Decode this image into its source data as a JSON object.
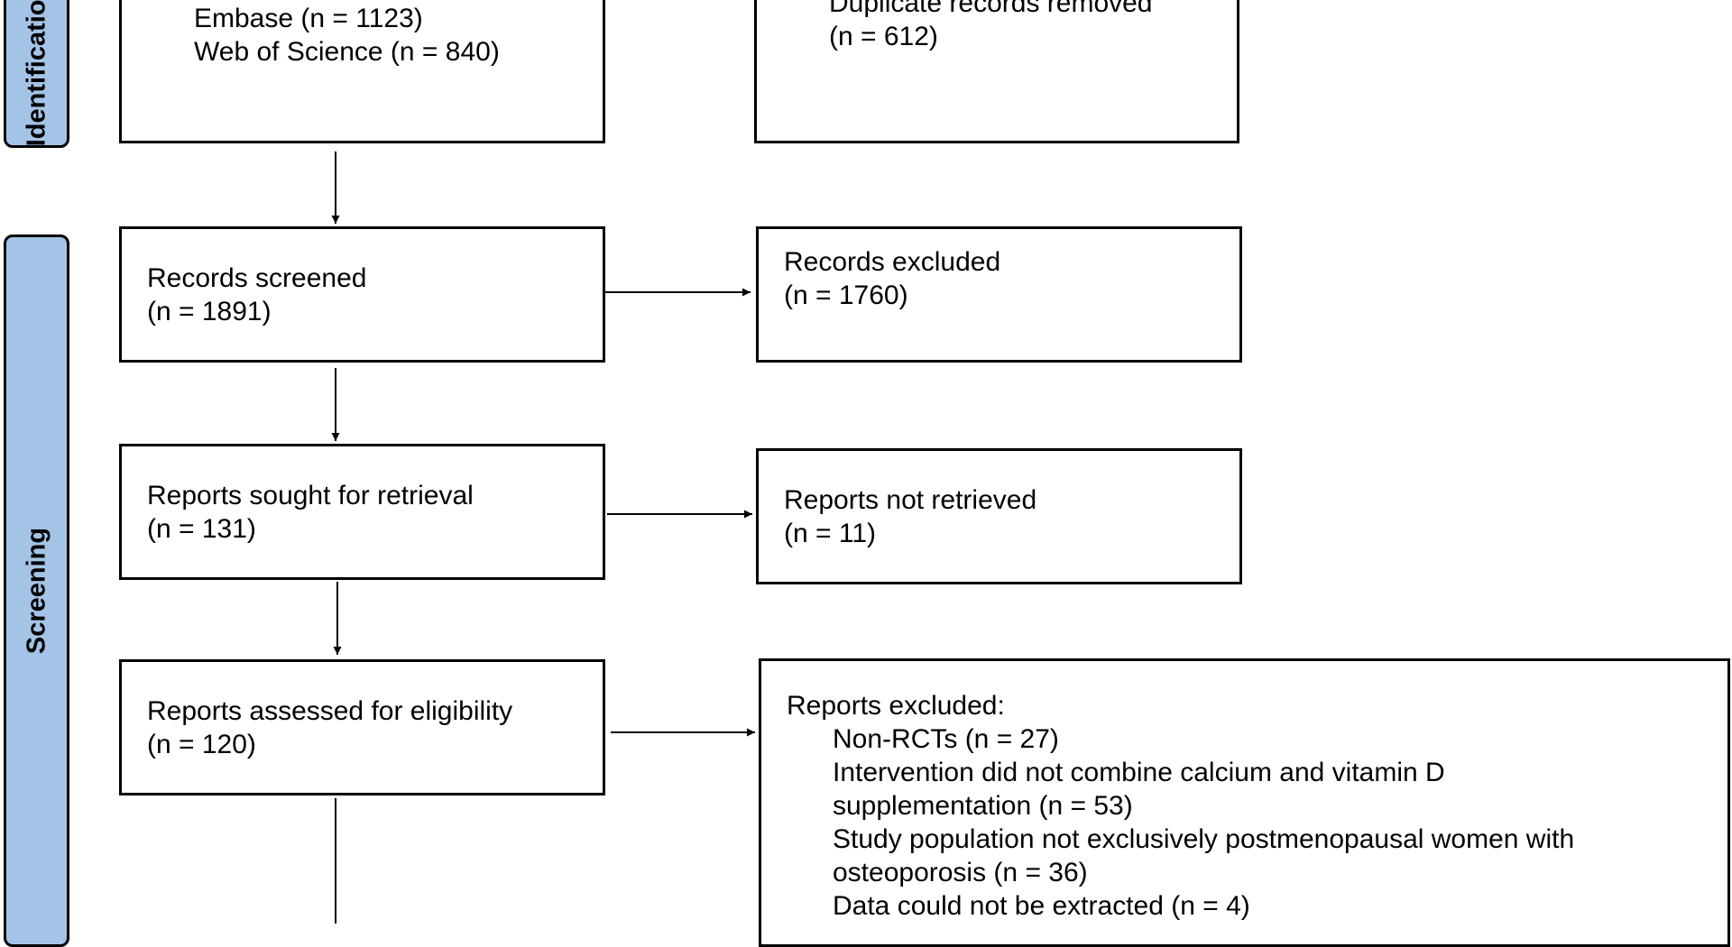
{
  "phases": {
    "identification": "Identification",
    "screening": "Screening"
  },
  "identification": {
    "databases": [
      "Embase (n = 1123)",
      "Web of Science (n = 840)"
    ],
    "duplicates": [
      "Duplicate records removed",
      "(n = 612)"
    ]
  },
  "screening": {
    "screened": [
      "Records screened",
      "(n = 1891)"
    ],
    "excluded": [
      "Records excluded",
      "(n = 1760)"
    ],
    "sought": [
      "Reports sought for retrieval",
      "(n = 131)"
    ],
    "not_retrieved": [
      "Reports not retrieved",
      "(n = 11)"
    ],
    "assessed": [
      "Reports assessed for eligibility",
      "(n = 120)"
    ],
    "reports_excluded": {
      "heading": "Reports excluded:",
      "reasons": [
        "Non-RCTs (n = 27)",
        "Intervention did not combine calcium and vitamin D",
        "supplementation (n = 53)",
        "Study population not exclusively postmenopausal women with",
        "osteoporosis (n = 36)",
        "Data could not be extracted (n = 4)"
      ]
    }
  },
  "colors": {
    "phase_fill": "#a4c4e7",
    "stroke": "#000000"
  }
}
